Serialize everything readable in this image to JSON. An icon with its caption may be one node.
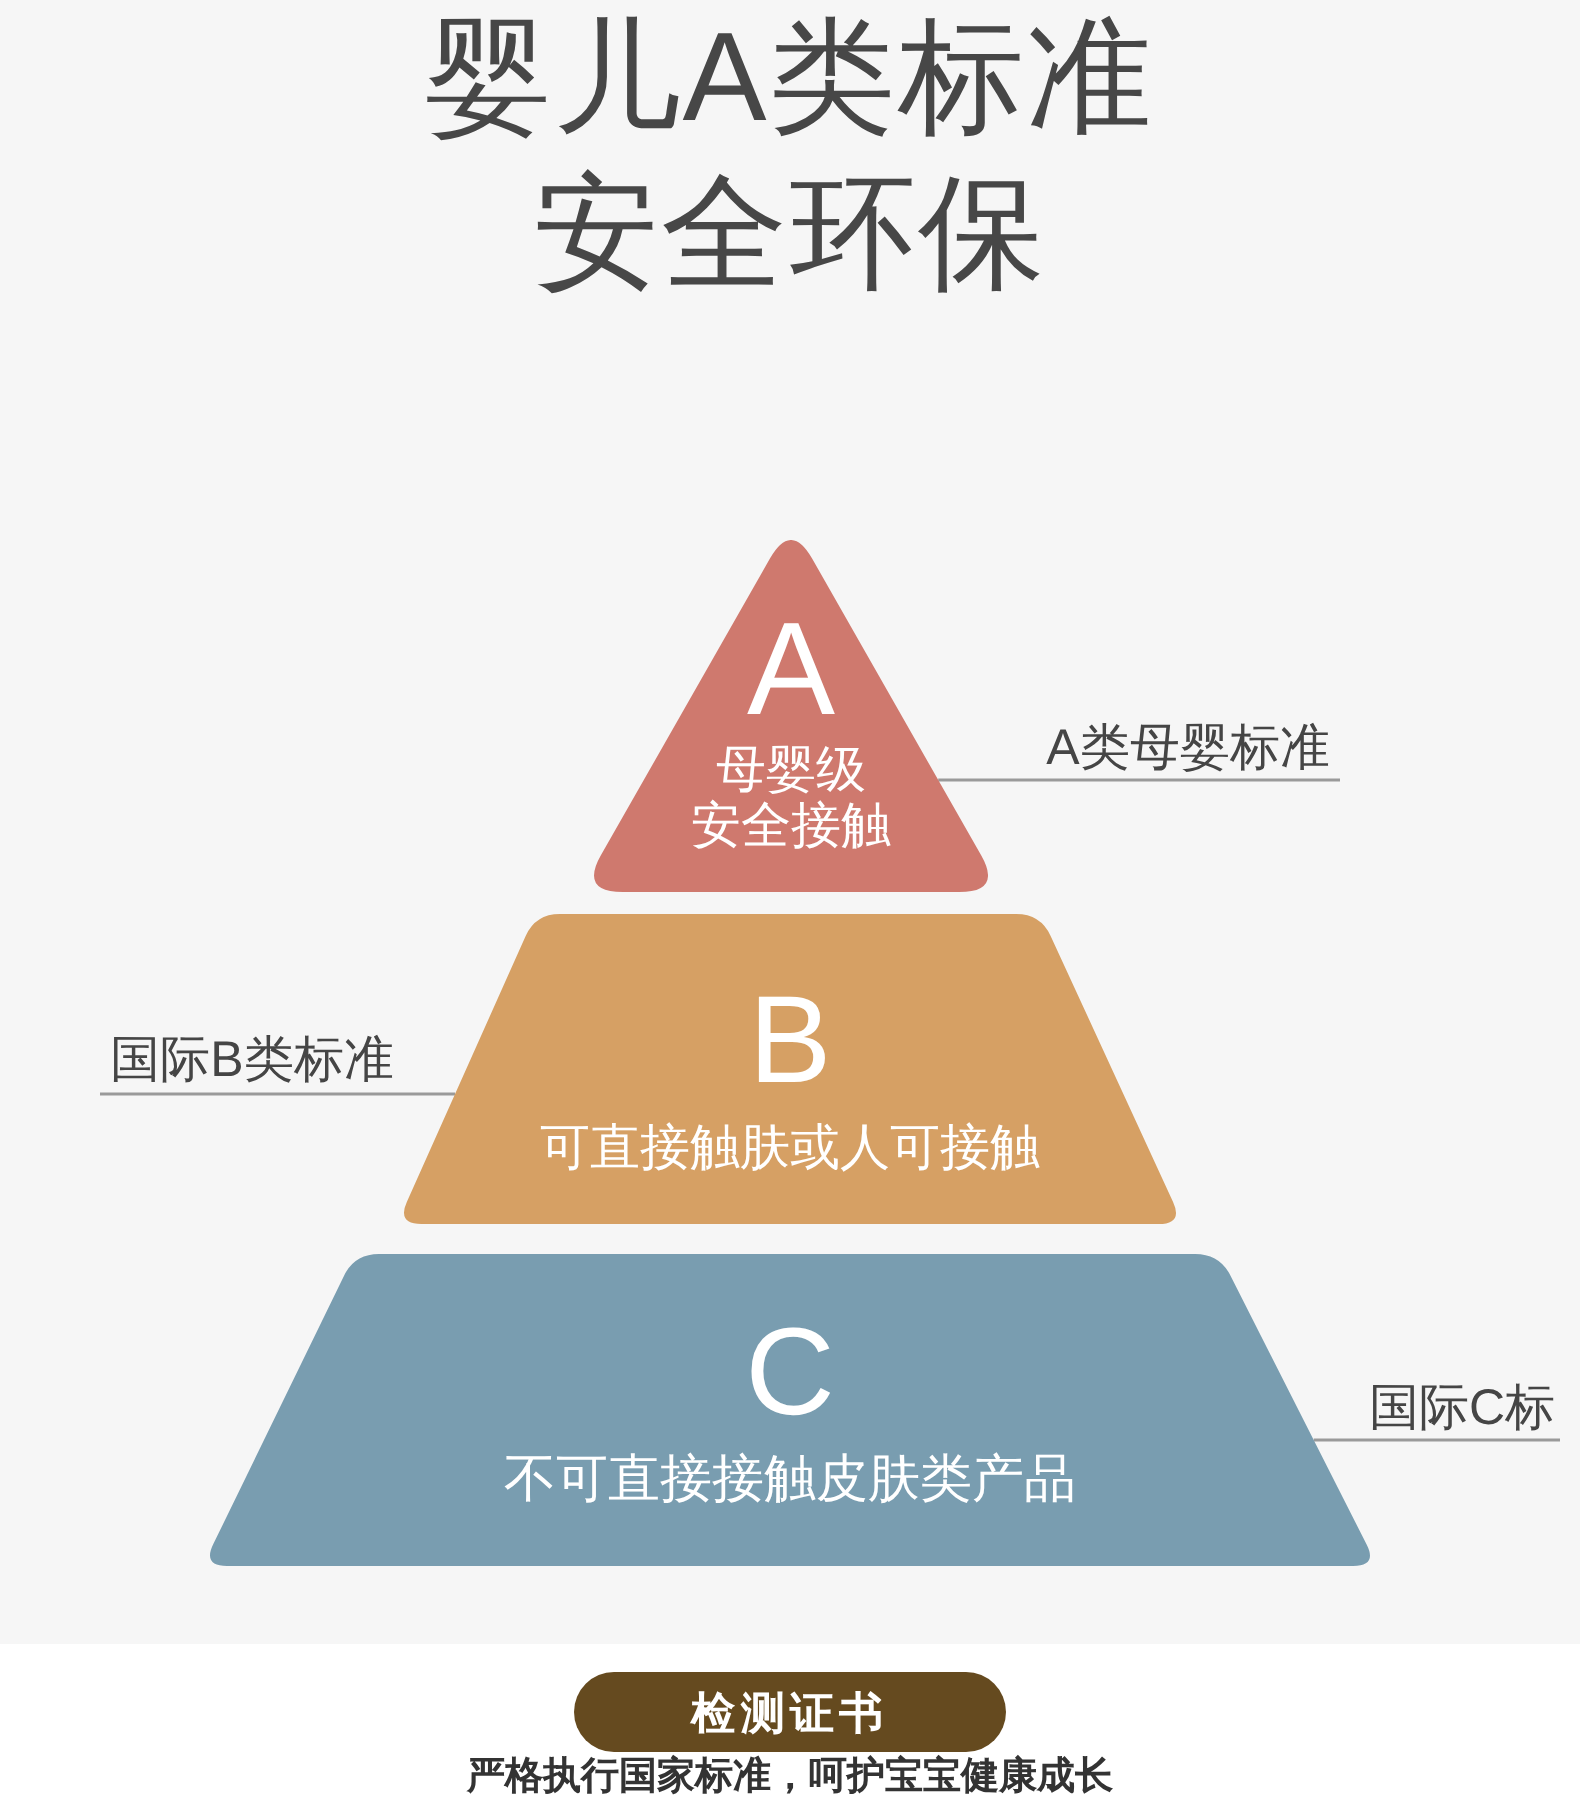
{
  "diagram": {
    "title": "婴儿A类标准安全环保",
    "nodes": [
      {
        "text": [
          "A",
          "母婴级安全接触"
        ]
      },
      {
        "text": [
          "A类母婴标准"
        ]
      },
      {
        "text": [
          "B",
          "可直接触肤或人可接触"
        ]
      },
      {
        "text": [
          "国际B类标准"
        ]
      },
      {
        "text": [
          "C",
          "不可直接接触皮肤类产品"
        ]
      },
      {
        "text": [
          "国际C标"
        ]
      },
      {
        "text": [
          "检测证书"
        ],
        "beside": [
          "严格执行国家标准，呵护宝宝健康成长"
        ]
      }
    ],
    "edges": [
      {
        "from": 1,
        "to": 0,
        "arrow": "none"
      },
      {
        "from": 3,
        "to": 2,
        "arrow": "none"
      },
      {
        "from": 5,
        "to": 4,
        "arrow": "none"
      }
    ]
  }
}
